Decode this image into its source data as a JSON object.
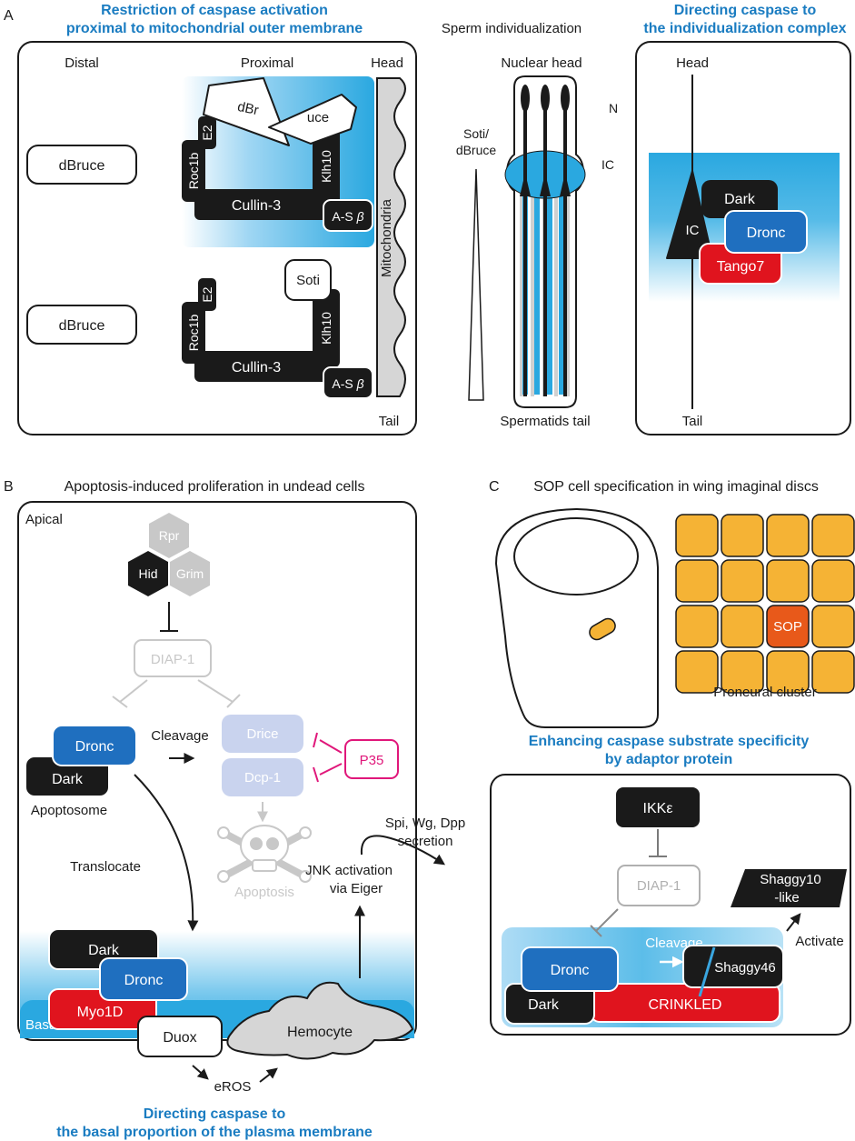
{
  "panelA": {
    "letter": "A",
    "heading_line1": "Restriction of caspase activation",
    "heading_line2": "proximal to mitochondrial outer membrane",
    "label_distal": "Distal",
    "label_proximal": "Proximal",
    "label_head": "Head",
    "label_tail": "Tail",
    "label_mitochondria": "Mitochondria",
    "dbruce": "dBruce",
    "dbr_part1": "dBr",
    "dbr_part2": "uce",
    "e2": "E2",
    "roc1b": "Roc1b",
    "klh10": "Klh10",
    "cullin3": "Cullin-3",
    "asb_prefix": "A-S",
    "asb_beta": "β",
    "soti": "Soti",
    "sperm_title": "Sperm individualization",
    "nuclear_head": "Nuclear head",
    "spermatids_tail": "Spermatids tail",
    "soti_dbruce_1": "Soti/",
    "soti_dbruce_2": "dBruce",
    "label_n": "N",
    "label_ic": "IC",
    "direct_line1": "Directing caspase to",
    "direct_line2": "the individualization complex",
    "head": "Head",
    "tail": "Tail",
    "ic": "IC",
    "dark": "Dark",
    "dronc": "Dronc",
    "tango7": "Tango7"
  },
  "panelB": {
    "letter": "B",
    "title": "Apoptosis-induced proliferation in undead cells",
    "apical": "Apical",
    "basal": "Basal",
    "rpr": "Rpr",
    "hid": "Hid",
    "grim": "Grim",
    "diap1": "DIAP-1",
    "dronc": "Dronc",
    "dark": "Dark",
    "apoptosome": "Apoptosome",
    "cleavage": "Cleavage",
    "drice": "Drice",
    "dcp1": "Dcp-1",
    "p35": "P35",
    "apoptosis": "Apoptosis",
    "translocate": "Translocate",
    "jnk1": "JNK activation",
    "jnk2": "via Eiger",
    "spi1": "Spi, Wg, Dpp",
    "spi2": "secretion",
    "myo1d": "Myo1D",
    "duox": "Duox",
    "hemocyte": "Hemocyte",
    "eros": "eROS",
    "bottom1": "Directing caspase to",
    "bottom2": "the basal proportion of the plasma membrane"
  },
  "panelC": {
    "letter": "C",
    "title": "SOP cell specification in wing imaginal discs",
    "sop": "SOP",
    "proneural": "Proneural cluster",
    "heading1": "Enhancing caspase substrate specificity",
    "heading2": "by adaptor protein",
    "ikk": "IKKε",
    "diap1": "DIAP-1",
    "shaggy10_1": "Shaggy10",
    "shaggy10_2": "-like",
    "activate": "Activate",
    "cleavage": "Cleavage",
    "dronc": "Dronc",
    "shaggy46": "Shaggy46",
    "dark": "Dark",
    "crinkled": "CRINKLED"
  },
  "colors": {
    "heading_blue": "#1a7cc1",
    "cyan": "#2aa8e0",
    "dronc_blue": "#1f6fbf",
    "red": "#e0141e",
    "magenta": "#e0177a",
    "orange": "#f5b335",
    "sop_orange": "#e8591a",
    "black": "#1a1a1a",
    "faded": "#c8c8c8",
    "faded_blue": "#c9d3ee",
    "mito_gray": "#d6d6d6"
  }
}
